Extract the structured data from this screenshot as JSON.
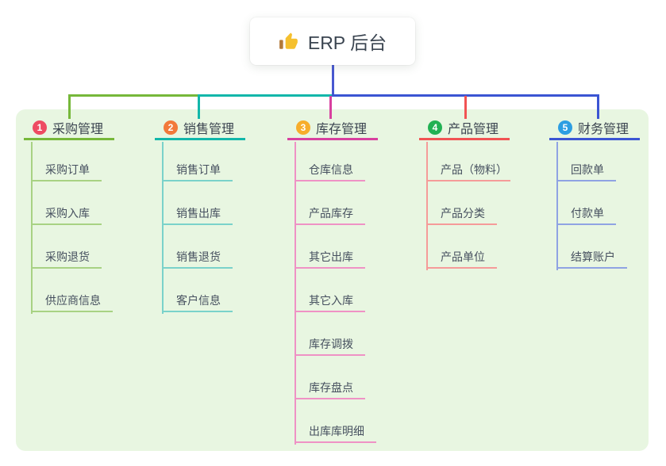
{
  "root": {
    "label": "ERP 后台",
    "icon": "thumbs-up"
  },
  "branches": [
    {
      "index": "1",
      "label": "采购管理",
      "line_color": "#76b83a",
      "badge_color": "#ee4b62",
      "items": [
        "采购订单",
        "采购入库",
        "采购退货",
        "供应商信息"
      ]
    },
    {
      "index": "2",
      "label": "销售管理",
      "line_color": "#12b7aa",
      "badge_color": "#f2793a",
      "items": [
        "销售订单",
        "销售出库",
        "销售退货",
        "客户信息"
      ]
    },
    {
      "index": "3",
      "label": "库存管理",
      "line_color": "#d8409f",
      "badge_color": "#f7ad2b",
      "items": [
        "仓库信息",
        "产品库存",
        "其它出库",
        "其它入库",
        "库存调拨",
        "库存盘点",
        "出库库明细"
      ]
    },
    {
      "index": "4",
      "label": "产品管理",
      "line_color": "#f15353",
      "badge_color": "#22b153",
      "items": [
        "产品（物料）",
        "产品分类",
        "产品单位"
      ]
    },
    {
      "index": "5",
      "label": "财务管理",
      "line_color": "#3b55d3",
      "badge_color": "#2d9ee2",
      "items": [
        "回款单",
        "付款单",
        "结算账户"
      ]
    }
  ],
  "colors": {
    "canvas_bg": "#ffffff",
    "panel_bg": "#e8f6e1",
    "root_connector": "#4858d1",
    "header_text": "#3b4450",
    "item_text": "#46505f"
  }
}
